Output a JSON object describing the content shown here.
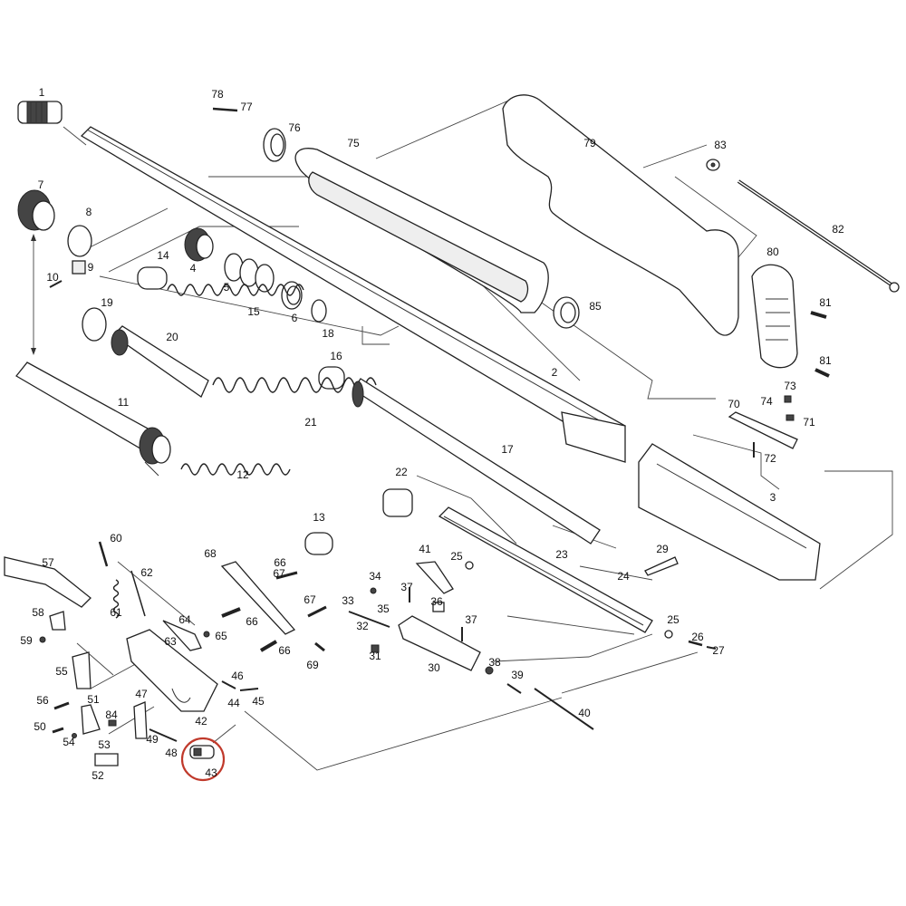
{
  "diagram": {
    "part_numbers": [
      "1",
      "2",
      "3",
      "4",
      "5",
      "6",
      "7",
      "8",
      "9",
      "10",
      "11",
      "12",
      "13",
      "14",
      "15",
      "16",
      "17",
      "18",
      "19",
      "20",
      "21",
      "22",
      "23",
      "24",
      "25",
      "25",
      "26",
      "27",
      "29",
      "30",
      "31",
      "32",
      "33",
      "34",
      "35",
      "36",
      "37",
      "37",
      "38",
      "39",
      "40",
      "41",
      "42",
      "43",
      "44",
      "45",
      "46",
      "47",
      "48",
      "49",
      "50",
      "51",
      "52",
      "53",
      "54",
      "55",
      "56",
      "57",
      "58",
      "59",
      "60",
      "61",
      "62",
      "63",
      "64",
      "65",
      "66",
      "66",
      "66",
      "67",
      "67",
      "68",
      "69",
      "70",
      "71",
      "72",
      "73",
      "74",
      "75",
      "76",
      "77",
      "78",
      "79",
      "80",
      "81",
      "81",
      "82",
      "83",
      "84",
      "85"
    ],
    "highlighted_part": "43",
    "highlight_color": "#c0392b"
  }
}
